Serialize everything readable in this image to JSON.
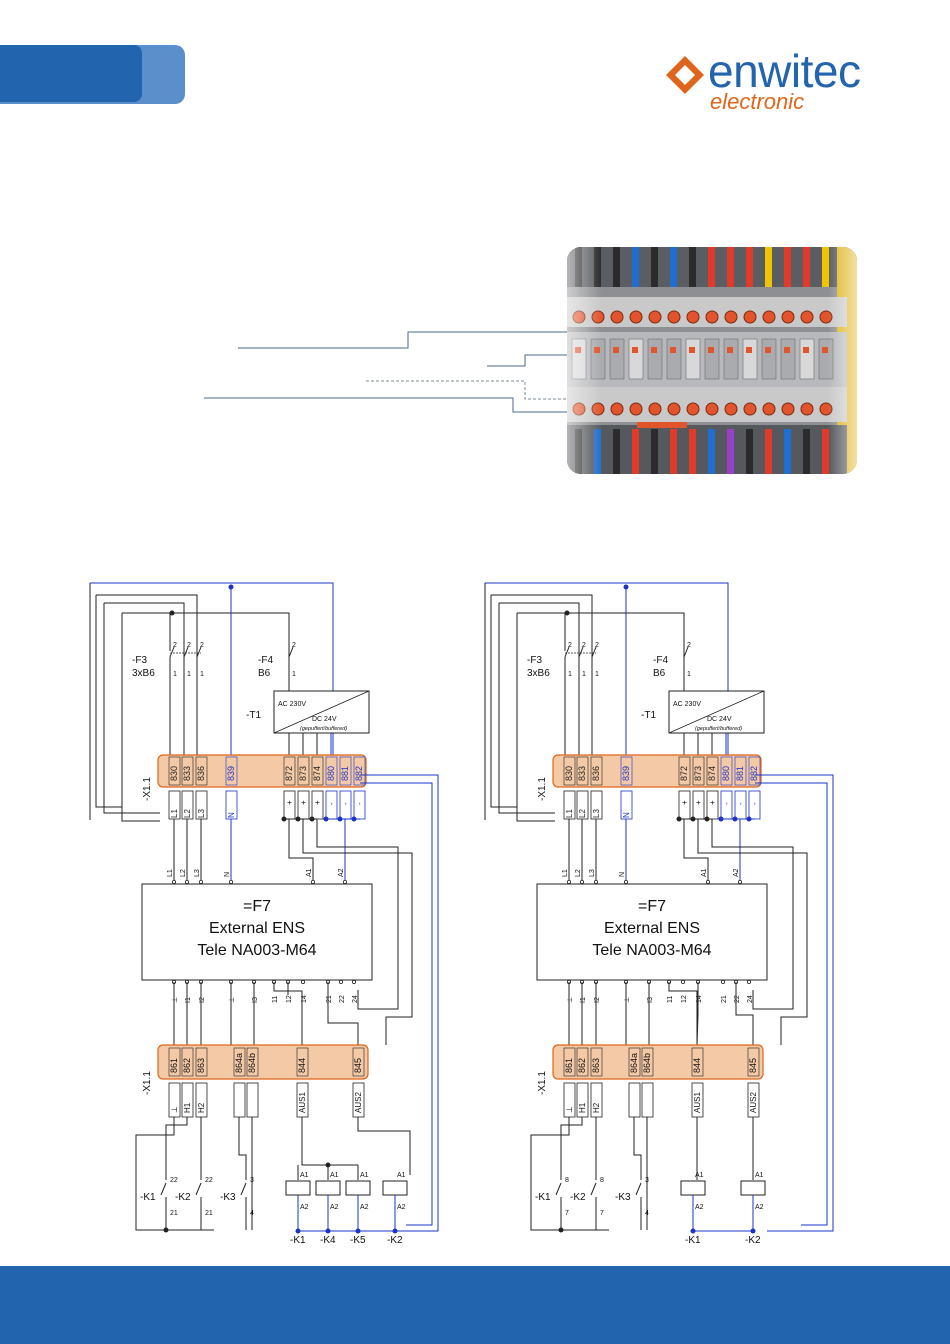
{
  "brand": {
    "name": "enwitec",
    "tagline": "electronic",
    "colors": {
      "blue": "#2265ae",
      "light_blue": "#5b8fcb",
      "orange": "#e0651c",
      "wire_blue": "#1a33c9"
    }
  },
  "diagrams": [
    {
      "id": "left",
      "fuse3": {
        "ref": "-F3",
        "rating": "3xB6"
      },
      "fuse4": {
        "ref": "-F4",
        "rating": "B6"
      },
      "transformer": {
        "ref": "-T1",
        "input": "AC 230V",
        "output": "DC 24V",
        "note": "(gepuffert/buffered)"
      },
      "strip_ref": "-X1.1",
      "top_terminals": [
        "830",
        "833",
        "836",
        "839",
        "872",
        "873",
        "874",
        "880",
        "881",
        "882"
      ],
      "top_labels": [
        "L1",
        "L2",
        "L3",
        "N"
      ],
      "device": {
        "ref": "=F7",
        "line1": "External ENS",
        "line2": "Tele NA003-M64"
      },
      "device_top_pins": [
        "L1",
        "L2",
        "L3",
        "N",
        "A1",
        "A2"
      ],
      "device_bottom_pins": [
        "⊥",
        "I1",
        "I2",
        "⊥",
        "I3",
        "11",
        "12",
        "14",
        "21",
        "22",
        "24"
      ],
      "bottom_terminals": [
        "861",
        "862",
        "863",
        "864a",
        "864b",
        "844",
        "845"
      ],
      "bottom_labels": [
        "⊥",
        "H1",
        "H2",
        "AUS1",
        "AUS2"
      ],
      "contacts": [
        {
          "ref": "-K1",
          "top": "22",
          "bottom": "21"
        },
        {
          "ref": "-K2",
          "top": "22",
          "bottom": "21"
        },
        {
          "ref": "-K3",
          "top": "3",
          "bottom": "4"
        }
      ],
      "coils": [
        "-K1",
        "-K4",
        "-K5",
        "-K2"
      ]
    },
    {
      "id": "right",
      "fuse3": {
        "ref": "-F3",
        "rating": "3xB6"
      },
      "fuse4": {
        "ref": "-F4",
        "rating": "B6"
      },
      "transformer": {
        "ref": "-T1",
        "input": "AC 230V",
        "output": "DC 24V",
        "note": "(gepuffert/buffered)"
      },
      "strip_ref": "-X1.1",
      "top_terminals": [
        "830",
        "833",
        "836",
        "839",
        "872",
        "873",
        "874",
        "880",
        "881",
        "882"
      ],
      "top_labels": [
        "L1",
        "L2",
        "L3",
        "N"
      ],
      "device": {
        "ref": "=F7",
        "line1": "External ENS",
        "line2": "Tele NA003-M64"
      },
      "device_top_pins": [
        "L1",
        "L2",
        "L3",
        "N",
        "A1",
        "A2"
      ],
      "device_bottom_pins": [
        "⊥",
        "I1",
        "I2",
        "⊥",
        "I3",
        "11",
        "12",
        "14",
        "21",
        "22",
        "24"
      ],
      "bottom_terminals": [
        "861",
        "862",
        "863",
        "864a",
        "864b",
        "844",
        "845"
      ],
      "bottom_labels": [
        "⊥",
        "H1",
        "H2",
        "AUS1",
        "AUS2"
      ],
      "contacts": [
        {
          "ref": "-K1",
          "top": "8",
          "bottom": "7"
        },
        {
          "ref": "-K2",
          "top": "8",
          "bottom": "7"
        },
        {
          "ref": "-K3",
          "top": "3",
          "bottom": "4"
        }
      ],
      "coils": [
        "-K1",
        "-K2"
      ]
    }
  ]
}
